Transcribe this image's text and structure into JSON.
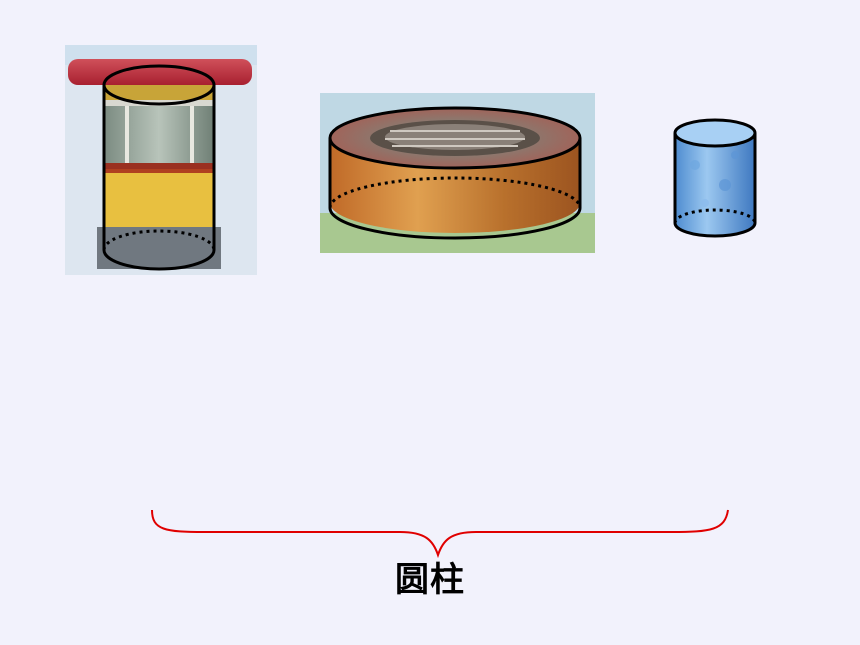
{
  "slide": {
    "caption": "圆柱",
    "brace_color": "#E00000"
  },
  "pictures": [
    {
      "name": "guard-booth-picture"
    },
    {
      "name": "round-building-picture"
    },
    {
      "name": "water-cup-picture"
    }
  ]
}
